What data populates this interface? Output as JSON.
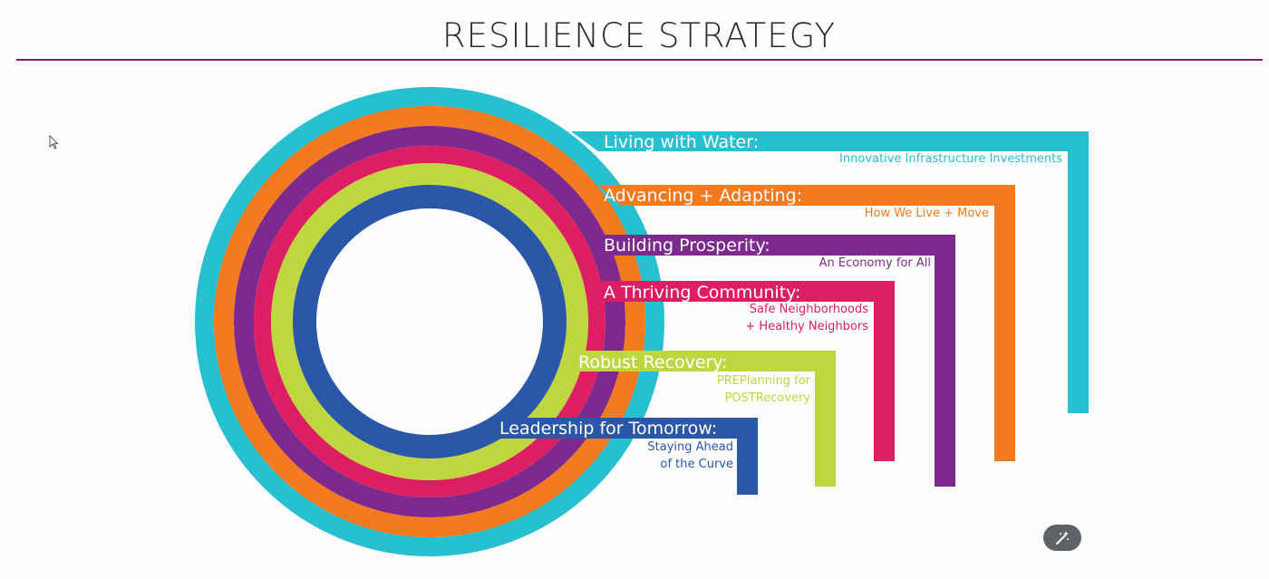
{
  "title": "RESILIENCE STRATEGY",
  "colors": {
    "title_rule": "#8a1f6b",
    "cyan": "#26c0d0",
    "orange": "#f47a20",
    "purple": "#7d2a8e",
    "magenta": "#dd1e63",
    "lime": "#c0d63f",
    "blue": "#2a57a8"
  },
  "pillars": [
    {
      "title": "Living with Water:",
      "subtitle_lines": [
        "Innovative Infrastructure Investments"
      ],
      "color": "#26c0d0"
    },
    {
      "title": "Advancing + Adapting:",
      "subtitle_lines": [
        "How We Live + Move"
      ],
      "color": "#f47a20"
    },
    {
      "title": "Building Prosperity:",
      "subtitle_lines": [
        "An Economy for All"
      ],
      "color": "#7d2a8e"
    },
    {
      "title": "A Thriving Community:",
      "subtitle_lines": [
        "Safe Neighborhoods",
        "+ Healthy Neighbors"
      ],
      "color": "#dd1e63"
    },
    {
      "title": "Robust Recovery:",
      "subtitle_lines": [
        "PREPlanning for",
        "POSTRecovery"
      ],
      "color": "#c0d63f"
    },
    {
      "title": "Leadership for Tomorrow:",
      "subtitle_lines": [
        "Staying Ahead",
        "of the Curve"
      ],
      "color": "#2a57a8"
    }
  ],
  "icons": {
    "cursor": "pointer-cursor-icon",
    "magic": "magic-wand-icon"
  }
}
